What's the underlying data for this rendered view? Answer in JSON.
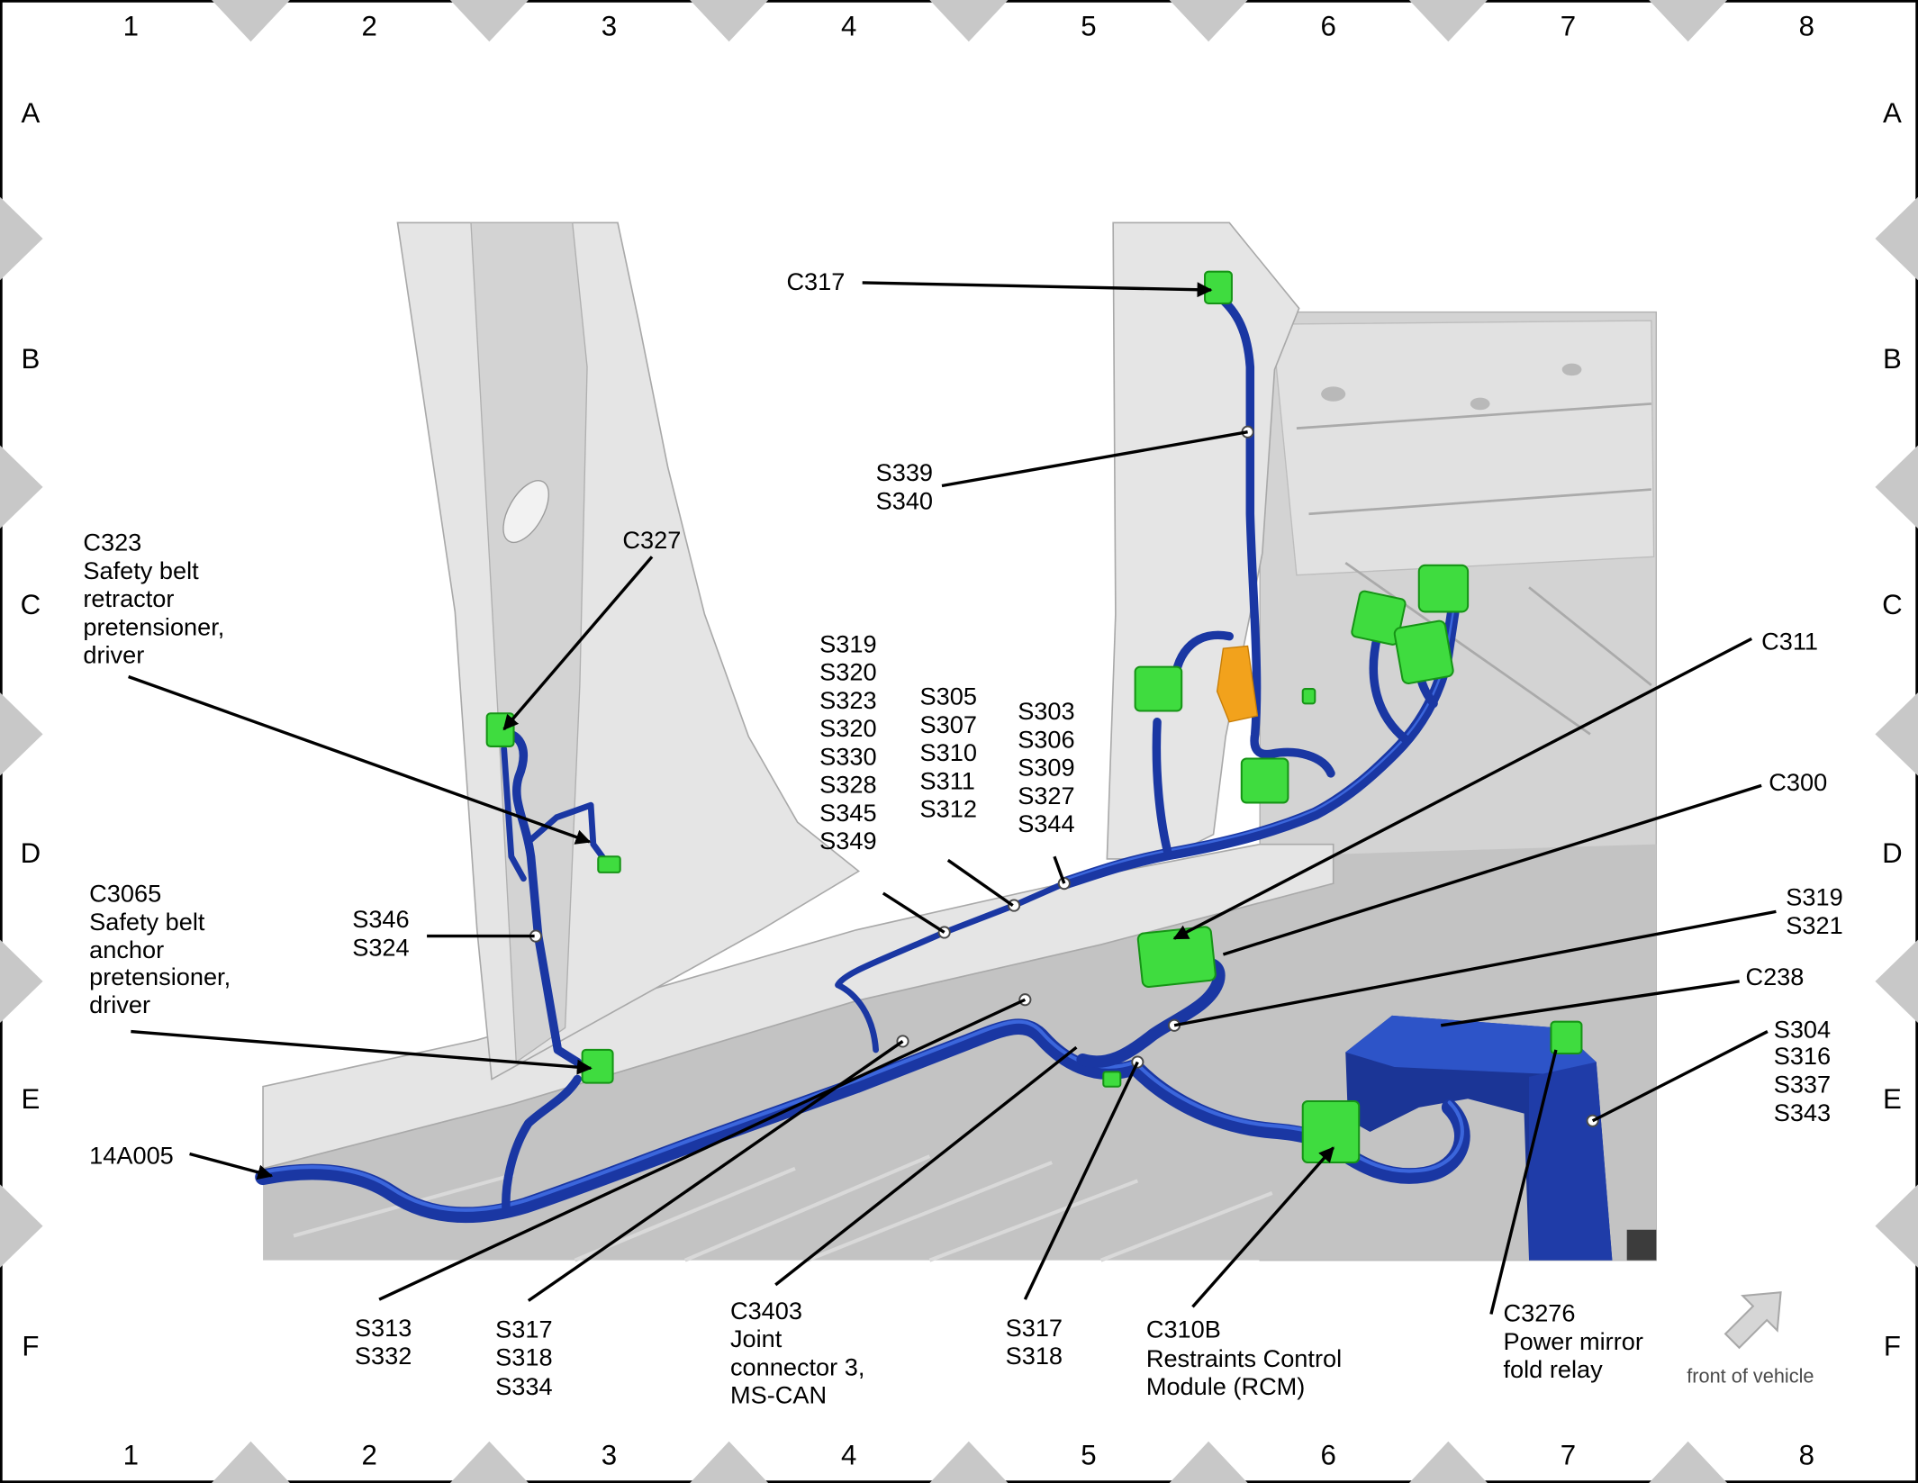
{
  "grid": {
    "columns": [
      "1",
      "2",
      "3",
      "4",
      "5",
      "6",
      "7",
      "8"
    ],
    "rows": [
      "A",
      "B",
      "C",
      "D",
      "E",
      "F"
    ]
  },
  "callouts": {
    "c317": [
      "C317"
    ],
    "s339_s340": [
      "S339",
      "S340"
    ],
    "c323": [
      "C323",
      "Safety belt",
      "retractor",
      "pretensioner,",
      "driver"
    ],
    "c327": [
      "C327"
    ],
    "s319_s349": [
      "S319",
      "S320",
      "S323",
      "S320",
      "S330",
      "S328",
      "S345",
      "S349"
    ],
    "s305_s312": [
      "S305",
      "S307",
      "S310",
      "S311",
      "S312"
    ],
    "s303_s344": [
      "S303",
      "S306",
      "S309",
      "S327",
      "S344"
    ],
    "c311": [
      "C311"
    ],
    "c300": [
      "C300"
    ],
    "s319_s321": [
      "S319",
      "S321"
    ],
    "c238": [
      "C238"
    ],
    "s304_s343": [
      "S304",
      "S316",
      "S337",
      "S343"
    ],
    "c3065": [
      "C3065",
      "Safety belt",
      "anchor",
      "pretensioner,",
      "driver"
    ],
    "s346_s324": [
      "S346",
      "S324"
    ],
    "harness_14a005": [
      "14A005"
    ],
    "s313_s332": [
      "S313",
      "S332"
    ],
    "s317_s334": [
      "S317",
      "S318",
      "S334"
    ],
    "c3403": [
      "C3403",
      "Joint",
      "connector 3,",
      "MS-CAN"
    ],
    "s317_s318": [
      "S317",
      "S318"
    ],
    "c310b": [
      "C310B",
      "Restraints Control",
      "Module (RCM)"
    ],
    "c3276": [
      "C3276",
      "Power mirror",
      "fold relay"
    ]
  },
  "orientation": {
    "label": "front of vehicle",
    "icon": "front-of-vehicle-arrow-icon"
  },
  "colors": {
    "harness": "#1a37a3",
    "harness_highlight": "#3b66dc",
    "connector": "#3fdc3f",
    "component": "#f2a21c",
    "marker": "#c8c8c8"
  }
}
